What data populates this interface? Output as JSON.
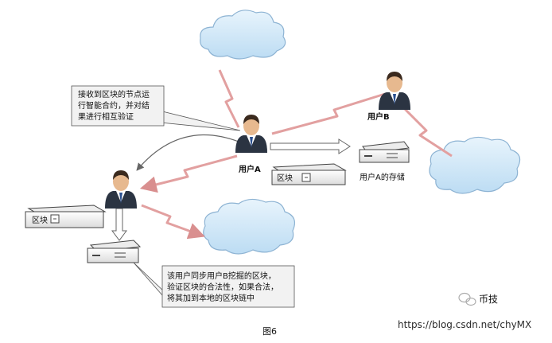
{
  "nodes": {
    "user_a": {
      "label": "用户A"
    },
    "user_b": {
      "label": "用户B"
    },
    "user_left": {
      "label": ""
    }
  },
  "notes": {
    "top_note": [
      "接收到区块的节点运",
      "行智能合约，并对结",
      "果进行相互验证"
    ],
    "bottom_note": [
      "该用户同步用户B挖掘的区块，",
      "验证区块的合法性，如果合法，",
      "将其加到本地的区块链中"
    ]
  },
  "blocks": {
    "block_center": "区块",
    "block_left": "区块"
  },
  "storage": {
    "user_a_storage_label": "用户A的存储"
  },
  "caption": "图6",
  "watermark": {
    "wechat": "币技",
    "url": "https://blog.csdn.net/chyMX"
  },
  "colors": {
    "cloud_fill": "#cfe6f7",
    "cloud_stroke": "#8db3d3",
    "lightning": "#e9a6a6",
    "note_fill": "#f2f2f2",
    "device_fill": "#f5f5f5",
    "device_stroke": "#444444"
  }
}
